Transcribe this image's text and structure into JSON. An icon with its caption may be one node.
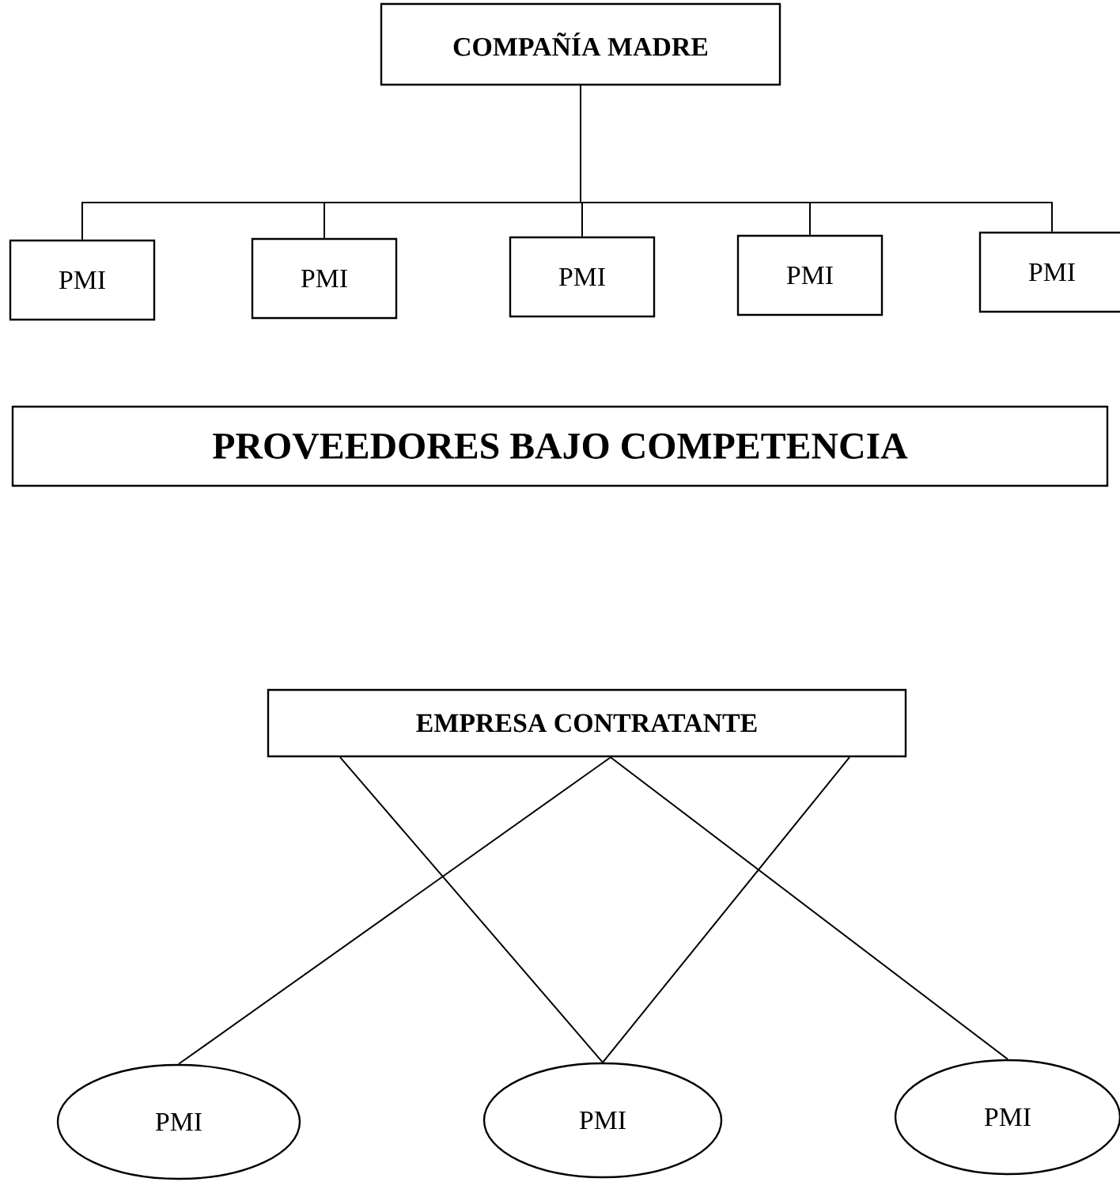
{
  "diagram": {
    "nodes": [
      {
        "text": [
          "COMPAÑÍA MADRE"
        ]
      },
      {
        "text": [
          "PMI"
        ]
      },
      {
        "text": [
          "PMI"
        ]
      },
      {
        "text": [
          "PMI"
        ]
      },
      {
        "text": [
          "PMI"
        ]
      },
      {
        "text": [
          "PMI"
        ]
      },
      {
        "text": [
          "PROVEEDORES BAJO COMPETENCIA"
        ]
      },
      {
        "text": [
          "EMPRESA CONTRATANTE"
        ]
      },
      {
        "text": [
          "PMI"
        ]
      },
      {
        "text": [
          "PMI"
        ]
      },
      {
        "text": [
          "PMI"
        ]
      }
    ],
    "edges": [
      {
        "from": 0,
        "to": 1,
        "arrow": "none"
      },
      {
        "from": 0,
        "to": 2,
        "arrow": "none"
      },
      {
        "from": 0,
        "to": 3,
        "arrow": "none"
      },
      {
        "from": 0,
        "to": 4,
        "arrow": "none"
      },
      {
        "from": 0,
        "to": 5,
        "arrow": "none"
      },
      {
        "from": 7,
        "to": 8,
        "arrow": "none"
      },
      {
        "from": 7,
        "to": 9,
        "arrow": "none"
      },
      {
        "from": 7,
        "to": 9,
        "arrow": "none"
      },
      {
        "from": 7,
        "to": 10,
        "arrow": "none"
      }
    ]
  }
}
